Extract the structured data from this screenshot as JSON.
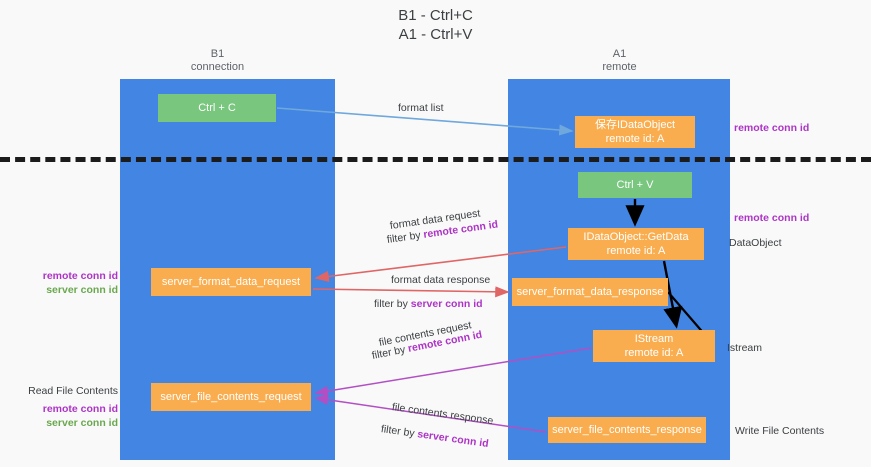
{
  "title": "B1 - Ctrl+C\nA1 - Ctrl+V",
  "columns": {
    "left": "B1\nconnection",
    "right": "A1\nremote"
  },
  "colors": {
    "lane": "#4285e3",
    "green_box": "#79c67f",
    "orange_box": "#f9ad4e",
    "purple_text": "#ad34c6",
    "green_text": "#6aa84f",
    "arrow_blue": "#6fa8dc",
    "arrow_red": "#e06666",
    "arrow_purple": "#b24fc4",
    "arrow_black": "#000000",
    "divider": "#1c1c1c",
    "background": "#f9f9f9"
  },
  "boxes": {
    "ctrl_c": "Ctrl + C",
    "save_idataobject": {
      "line1": "保存IDataObject",
      "line2": "remote id: A"
    },
    "ctrl_v": "Ctrl + V",
    "getdata": {
      "line1": "IDataObject::GetData",
      "line2": "remote id: A"
    },
    "server_format_data_request": "server_format_data_request",
    "server_format_data_response": "server_format_data_response",
    "istream": {
      "line1": "IStream",
      "line2": "remote id: A"
    },
    "server_file_contents_request": "server_file_contents_request",
    "server_file_contents_response": "server_file_contents_response"
  },
  "arrow_labels": {
    "format_list": "format list",
    "format_data_request": "format data request",
    "format_data_request_filter_prefix": "filter by ",
    "format_data_request_filter_key": "remote conn id",
    "format_data_response": "format data response",
    "format_data_response_filter_prefix": "filter by ",
    "format_data_response_filter_key": "server conn id",
    "file_contents_request": "file contents request",
    "file_contents_request_filter_prefix": "filter by ",
    "file_contents_request_filter_key": "remote conn id",
    "file_contents_response": "file contents response",
    "file_contents_response_filter_prefix": "filter by ",
    "file_contents_response_filter_key": "server conn id"
  },
  "side_labels": {
    "right_remote_conn_id_top": "remote conn id",
    "right_remote_conn_id_mid": "remote conn id",
    "right_dataobject": "DataObject",
    "right_istream": "Istream",
    "right_write_file_contents": "Write File Contents",
    "left_remote_conn_id_1": "remote conn id",
    "left_server_conn_id_1": "server conn id",
    "left_read_file_contents": "Read File Contents",
    "left_remote_conn_id_2": "remote conn id",
    "left_server_conn_id_2": "server conn id"
  }
}
